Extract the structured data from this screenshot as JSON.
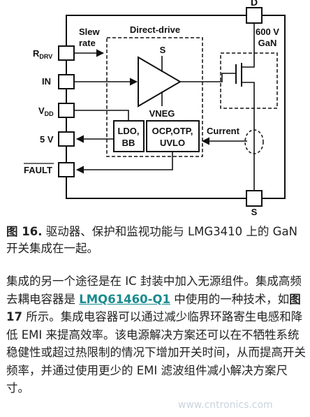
{
  "diagram": {
    "pin_d": "D",
    "gan_label_line1": "600 V",
    "gan_label_line2": "GaN",
    "slew_line1": "Slew",
    "slew_line2": "rate",
    "direct_drive": "Direct-drive",
    "amp_s": "S",
    "vneg": "VNEG",
    "pin_rdrv": "R",
    "pin_rdrv_sub": "DRV",
    "pin_in": "IN",
    "pin_vdd": "V",
    "pin_vdd_sub": "DD",
    "pin_5v": "5 V",
    "pin_fault": "FAULT",
    "ldo_line1": "LDO,",
    "ldo_line2": "BB",
    "ocp_line1": "OCP,OTP,",
    "ocp_line2": "UVLO",
    "current": "Current",
    "pin_s": "S"
  },
  "caption": {
    "prefix": "图 16.",
    "text": " 驱动器、保护和监视功能与 LMG3410 上的 GaN 开关集成在一起。"
  },
  "body": {
    "p1": "集成的另一个途径是在 IC 封装中加入无源组件。集成高频去耦电容器是 ",
    "link": "LMQ61460-Q1",
    "p2": " 中使用的一种技术，如",
    "fig_ref": "图 17",
    "p3": " 所示。集成电容器可以通过减少临界环路寄生电感和降低 EMI 来提高效率。该电源解决方案还可以在不牺牲系统稳健性或超过热限制的情况下增加开关时间，从而提高开关频率，并通过使用更少的 EMI 滤波组件减小解决方案尺寸。"
  },
  "watermark": "www.cntronics.com"
}
